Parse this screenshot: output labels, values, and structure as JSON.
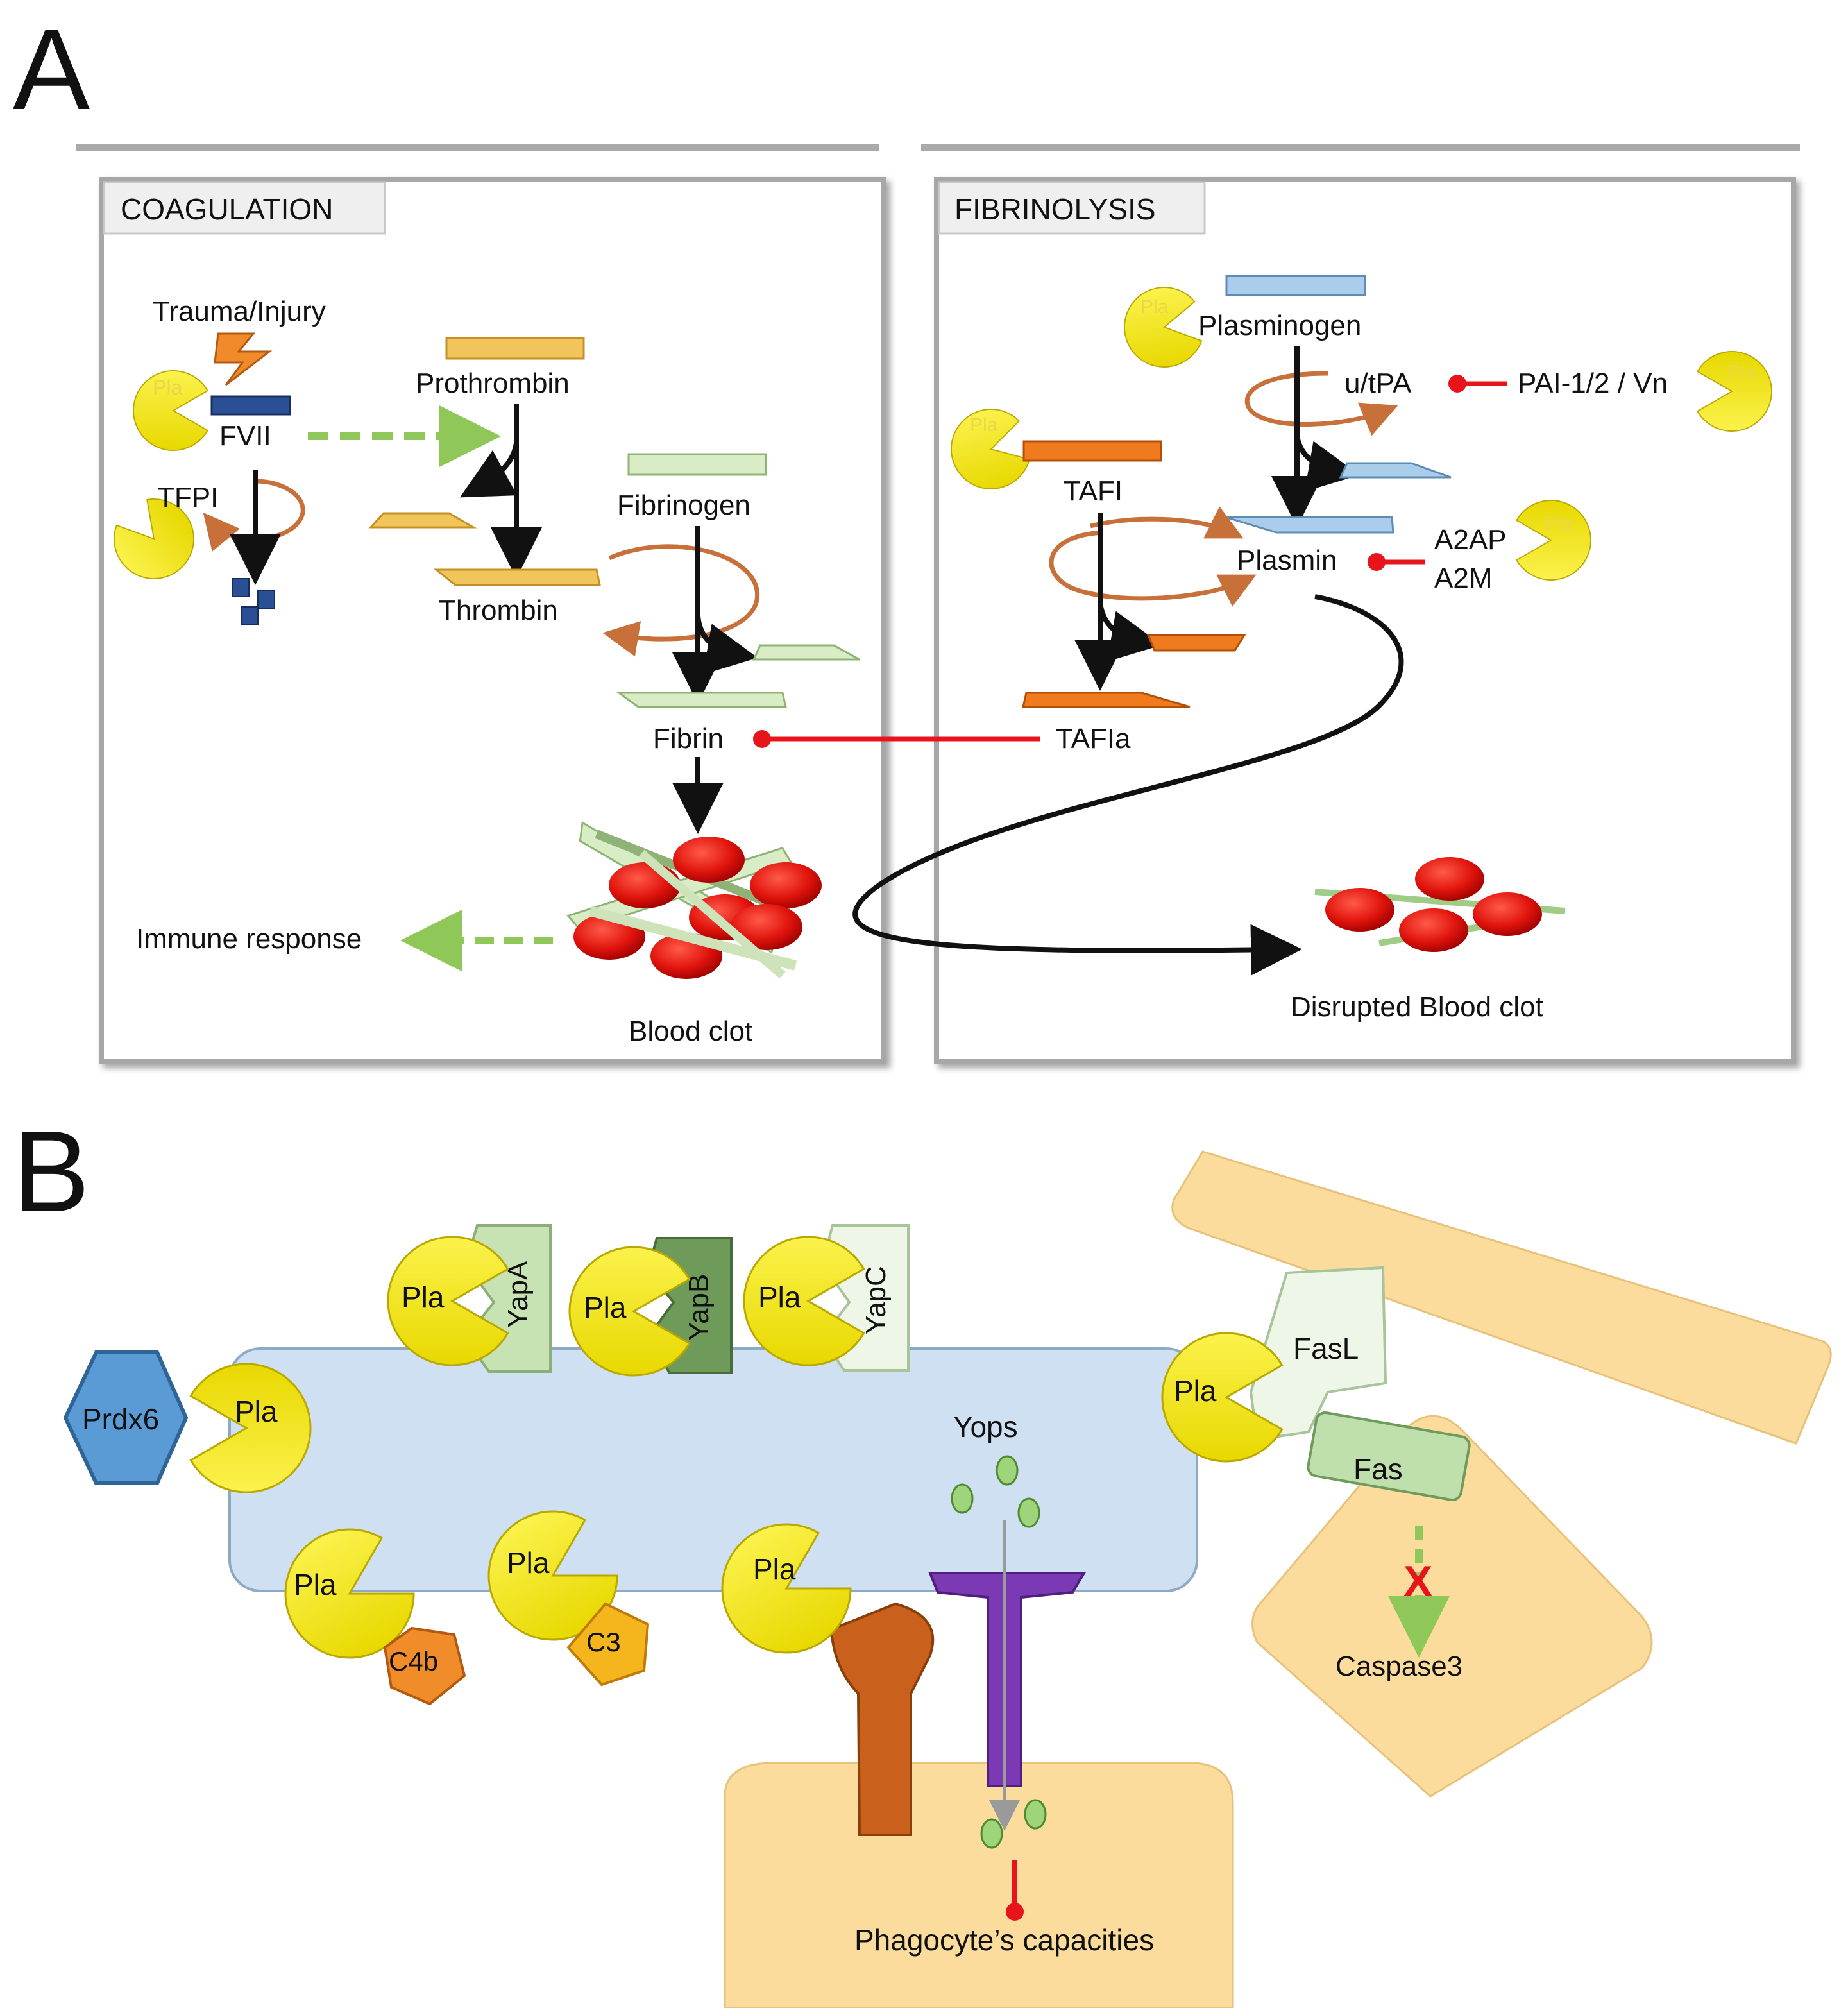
{
  "panel_a": {
    "letter": "A",
    "coagulation": {
      "title": "COAGULATION",
      "trauma": "Trauma/Injury",
      "fvii": "FVII",
      "tfpi": "TFPI",
      "prothrombin": "Prothrombin",
      "thrombin": "Thrombin",
      "fibrinogen": "Fibrinogen",
      "fibrin": "Fibrin",
      "immune_response": "Immune response",
      "blood_clot": "Blood clot"
    },
    "fibrinolysis": {
      "title": "FIBRINOLYSIS",
      "plasminogen": "Plasminogen",
      "utpa": "u/tPA",
      "pai": "PAI-1/2  / Vn",
      "tafi": "TAFI",
      "plasmin": "Plasmin",
      "a2ap": "A2AP",
      "a2m": "A2M",
      "tafia": "TAFIa",
      "disrupted_clot": "Disrupted Blood clot"
    },
    "pla_small": "Pla"
  },
  "panel_b": {
    "letter": "B",
    "pla": "Pla",
    "prdx6": "Prdx6",
    "yapa": "YapA",
    "yapb": "YapB",
    "yapc": "YapC",
    "fasl": "FasL",
    "fas": "Fas",
    "yops": "Yops",
    "c4b": "C4b",
    "c3": "C3",
    "caspase3": "Caspase3",
    "blocked_mark": "X",
    "phagocyte": "Phagocyte’s capacities"
  },
  "colors": {
    "pla_yellow": "#f5e600",
    "bacterium_blue": "#cfe0f2",
    "host_cell": "#fbdc9c",
    "inhibition_red": "#e8141c",
    "activation_green": "#8fc759",
    "cycle_orange": "#c8703a"
  }
}
